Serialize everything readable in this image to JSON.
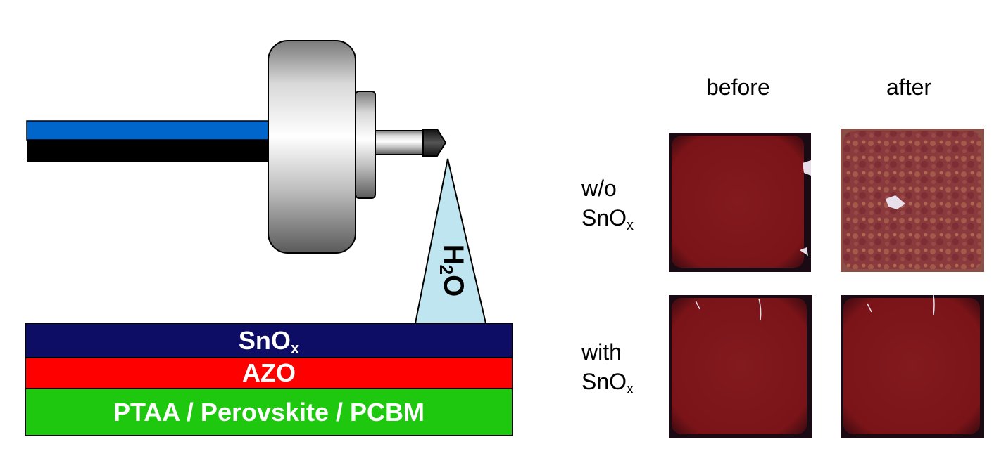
{
  "columns": {
    "before": "before",
    "after": "after"
  },
  "rows": {
    "without": {
      "line1": "w/o",
      "line2": "SnO",
      "sub": "x"
    },
    "with": {
      "line1": "with",
      "line2": "SnO",
      "sub": "x"
    }
  },
  "layers": {
    "top": {
      "text": "SnO",
      "sub": "x",
      "color": "#0d0d66"
    },
    "middle": {
      "text": "AZO",
      "color": "#ff0000"
    },
    "bottom": {
      "text": "PTAA / Perovskite / PCBM",
      "color": "#1ec80f"
    }
  },
  "spray": {
    "text": "H",
    "sub": "2",
    "tail": "O",
    "color": "#bfe6f0"
  },
  "colors": {
    "cable_blue": "#0066cc",
    "sample_red": "#7d1418",
    "degraded": "#8a3a3a"
  }
}
